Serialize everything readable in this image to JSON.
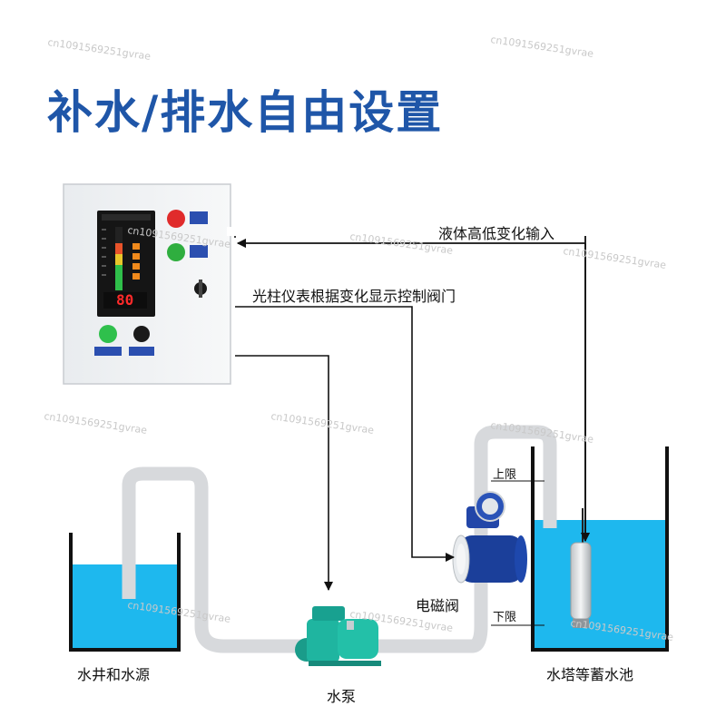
{
  "title": "补水/排水自由设置",
  "labels": {
    "level_input": "液体高低变化输入",
    "meter_control": "光柱仪表根据变化显示控制阀门",
    "source": "水井和水源",
    "pump": "水泵",
    "valve": "电磁阀",
    "tower": "水塔等蓄水池",
    "upper_limit": "上限",
    "lower_limit": "下限"
  },
  "panel": {
    "display_value": "80"
  },
  "watermark": "cn1091569251gvrae",
  "colors": {
    "title": "#1f56a8",
    "water": "#1eb8ee",
    "pipe": "#d7d9dc",
    "pump": "#1fb5a0",
    "valve_body": "#1b3f9a"
  }
}
